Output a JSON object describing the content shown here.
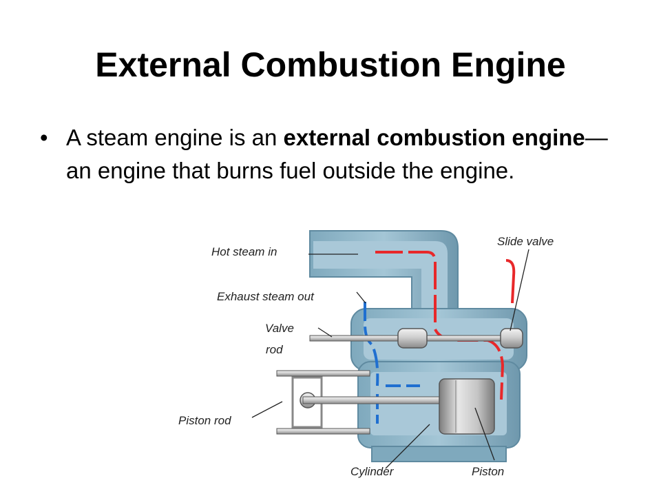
{
  "slide": {
    "title": "External Combustion Engine",
    "bullet": {
      "marker": "•",
      "text_before": "A steam engine is an ",
      "bold_term": "external combustion engine",
      "text_after": "—an engine that burns fuel outside the engine."
    }
  },
  "diagram": {
    "labels": {
      "hot_steam_in": "Hot steam in",
      "exhaust_steam_out": "Exhaust steam out",
      "valve": "Valve",
      "rod": "rod",
      "slide_valve": "Slide valve",
      "piston_rod": "Piston rod",
      "cylinder": "Cylinder",
      "piston": "Piston"
    },
    "colors": {
      "housing": "#8fb6c9",
      "housing_dark": "#5f8aa0",
      "interior": "#a9c8d8",
      "hot_steam": "#e8282a",
      "exhaust_steam": "#1f6fd0",
      "metal": "#b8b8b8"
    }
  }
}
